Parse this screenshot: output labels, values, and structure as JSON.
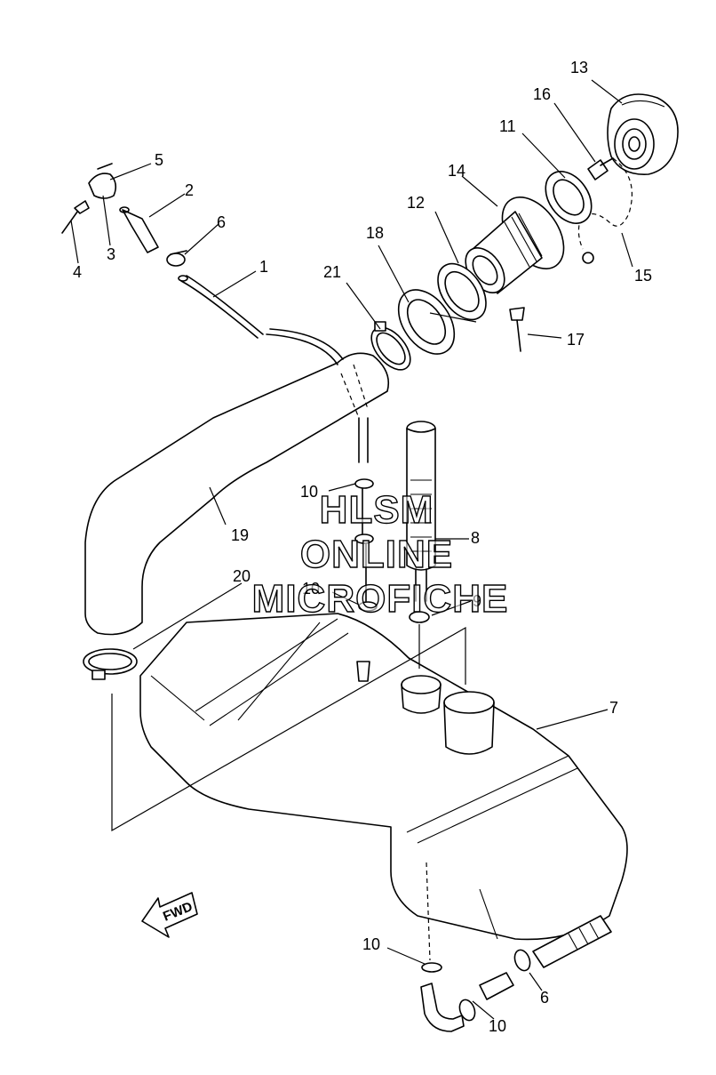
{
  "callouts": {
    "c1": "1",
    "c2": "2",
    "c3": "3",
    "c4": "4",
    "c5": "5",
    "c6a": "6",
    "c6b": "6",
    "c7": "7",
    "c8": "8",
    "c9": "9",
    "c10a": "10",
    "c10b": "10",
    "c10c": "10",
    "c10d": "10",
    "c11": "11",
    "c12": "12",
    "c13": "13",
    "c14": "14",
    "c15": "15",
    "c16": "16",
    "c17": "17",
    "c18": "18",
    "c19": "19",
    "c20": "20",
    "c21": "21"
  },
  "watermark": {
    "line1": "HLSM",
    "line2": "ONLINE",
    "line3": "MICROFICHE"
  },
  "fwd_label": "FWD"
}
